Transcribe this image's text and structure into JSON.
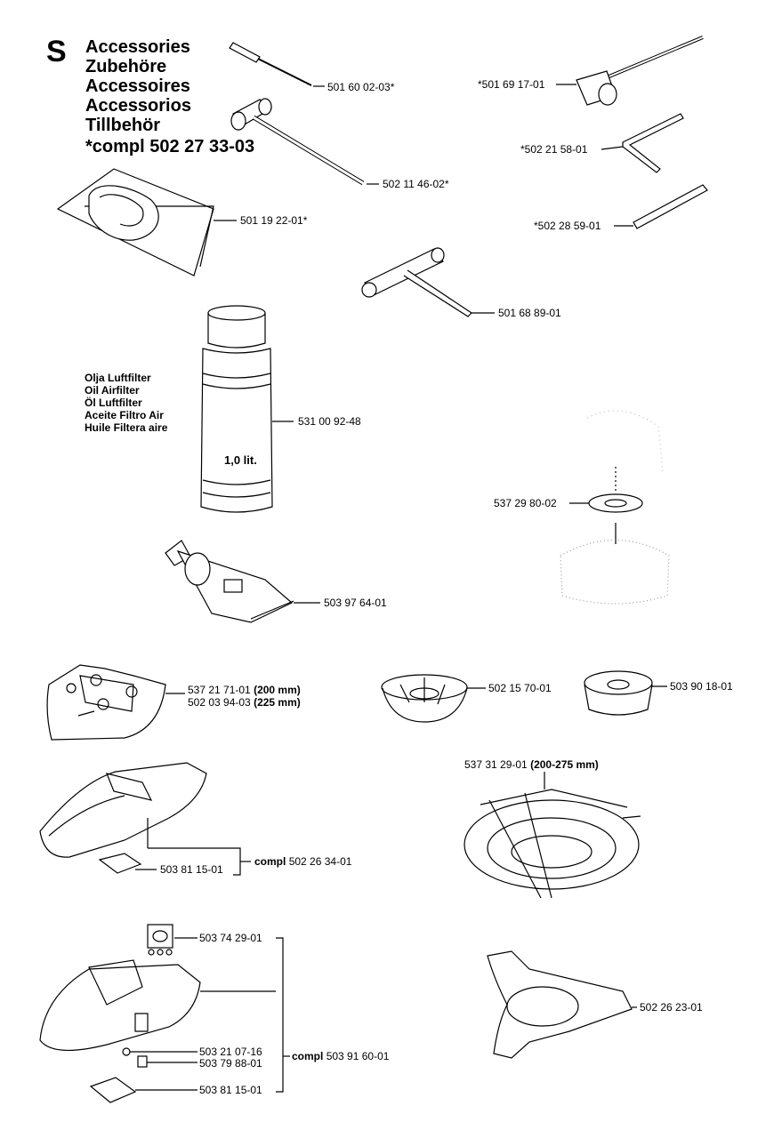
{
  "section_letter": "S",
  "titles": [
    "Accessories",
    "Zubehöre",
    "Accessoires",
    "Accessorios",
    "Tillbehör"
  ],
  "compl_note": {
    "prefix": "*compl",
    "number": "502 27 33-03"
  },
  "oil_labels": [
    "Olja Luftfilter",
    "Oil Airfilter",
    "Öl Luftfilter",
    "Aceite Filtro Air",
    "Huile Filtera aire"
  ],
  "bottle_label": "1,0 lit.",
  "parts": {
    "screwdriver": "501 60 02-03*",
    "plug_wrench_t": "*501 69 17-01",
    "hex_key": "*502 21 58-01",
    "socket_wrench_l": "502 11 46-02*",
    "harness": "501 19 22-01*",
    "pin": "*502 28 59-01",
    "t_wrench": "501 68 89-01",
    "oil_bottle": "531 00 92-48",
    "filter_disc": "537 29 80-02",
    "grease_tube": "503 97 64-01",
    "small_guard": {
      "number": "537 21 71-01",
      "size": "(200 mm)"
    },
    "small_guard_alt": {
      "number": "502 03 94-03",
      "size": "(225 mm)"
    },
    "cup_a": "502 15 70-01",
    "cup_b": "503 90 18-01",
    "blade_guard_kit": "537 31 29-01",
    "blade_guard_kit_size": "(200-275 mm)",
    "guard_plate_1": "503 81 15-01",
    "guard_kit_1": {
      "prefix": "compl",
      "number": "502 26 34-01"
    },
    "trimmer_head_label": "503 74 29-01",
    "screw": "503 21 07-16",
    "clip": "503 79 88-01",
    "guard_plate_2": "503 81 15-01",
    "guard_kit_2": {
      "prefix": "compl",
      "number": "503 91 60-01"
    },
    "support_cup": "502 26 23-01"
  }
}
